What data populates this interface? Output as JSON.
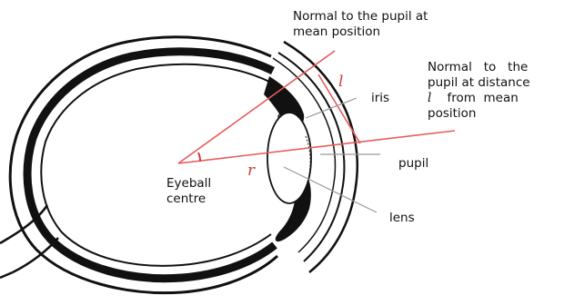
{
  "labels": {
    "normal_mean": "Normal to the pupil at mean position",
    "normal_mean_line1": "Normal to the pupil at",
    "normal_mean_line2": "mean position",
    "normal_dist_line1": "Normal   to   the",
    "normal_dist_line2": "pupil at distance",
    "normal_dist_l": "l",
    "normal_dist_line3_rest": "from  mean",
    "normal_dist_line4": "position",
    "iris": "iris",
    "pupil": "pupil",
    "lens": "lens",
    "eyeball_centre_line1": "Eyeball",
    "eyeball_centre_line2": "centre",
    "r_symbol": "r",
    "l_symbol": "l"
  },
  "colors": {
    "outline": "#111111",
    "red_lines": "#e85a5a",
    "red_text": "#d23b3b",
    "pointer_lines": "#9a9a9a"
  }
}
